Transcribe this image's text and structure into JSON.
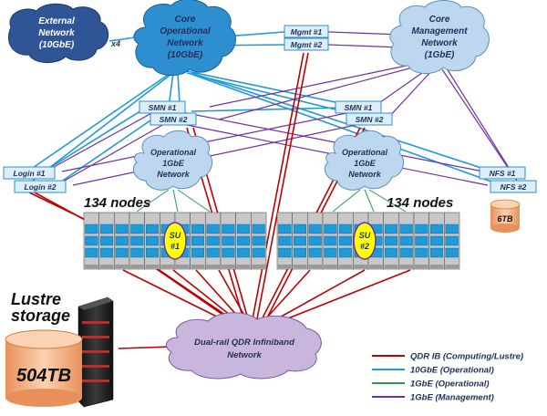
{
  "clouds": {
    "external": {
      "line1": "External",
      "line2": "Network",
      "line3": "(10GbE)"
    },
    "core_operational": {
      "line1": "Core",
      "line2": "Operational",
      "line3": "Network",
      "line4": "(10GbE)"
    },
    "core_management": {
      "line1": "Core",
      "line2": "Management",
      "line3": "Network",
      "line4": "(1GbE)"
    },
    "op_left": {
      "line1": "Operational",
      "line2": "1GbE",
      "line3": "Network"
    },
    "op_right": {
      "line1": "Operational",
      "line2": "1GbE",
      "line3": "Network"
    },
    "infiniband": {
      "line1": "Dual-rail QDR Infiniband",
      "line2": "Network"
    }
  },
  "link_multiplier": "x4",
  "boxes": {
    "mgmt1": "Mgmt #1",
    "mgmt2": "Mgmt #2",
    "smn_left_1": "SMN #1",
    "smn_left_2": "SMN #2",
    "smn_right_1": "SMN #1",
    "smn_right_2": "SMN #2",
    "login1": "Login #1",
    "login2": "Login #2",
    "nfs1": "NFS #1",
    "nfs2": "NFS #2"
  },
  "node_groups": {
    "left": "134 nodes",
    "right": "134 nodes"
  },
  "scalable_units": {
    "su1_line1": "SU",
    "su1_line2": "#1",
    "su2_line1": "SU",
    "su2_line2": "#2"
  },
  "storage": {
    "nfs_capacity": "6TB",
    "lustre_line1": "Lustre",
    "lustre_line2": "storage",
    "lustre_capacity": "504TB"
  },
  "legend": [
    {
      "label": "QDR IB (Computing/Lustre)",
      "color": "#c00000"
    },
    {
      "label": "10GbE (Operational)",
      "color": "#1f9ad6"
    },
    {
      "label": "1GbE (Operational)",
      "color": "#2f9a4a"
    },
    {
      "label": "1GbE (Management)",
      "color": "#7030a0"
    }
  ],
  "colors": {
    "qdr_ib": "#c00000",
    "ten_gbe_operational": "#1f9ad6",
    "one_gbe_operational": "#2f9a4a",
    "one_gbe_management": "#7030a0",
    "external_cloud": "#2f5597",
    "core_cloud": "#2e8fd0",
    "light_cloud": "#bdd7ee",
    "infiniband_cloud": "#c9b6dc",
    "storage_cylinder": "#f4b183",
    "su_ellipse": "#ffff00"
  }
}
